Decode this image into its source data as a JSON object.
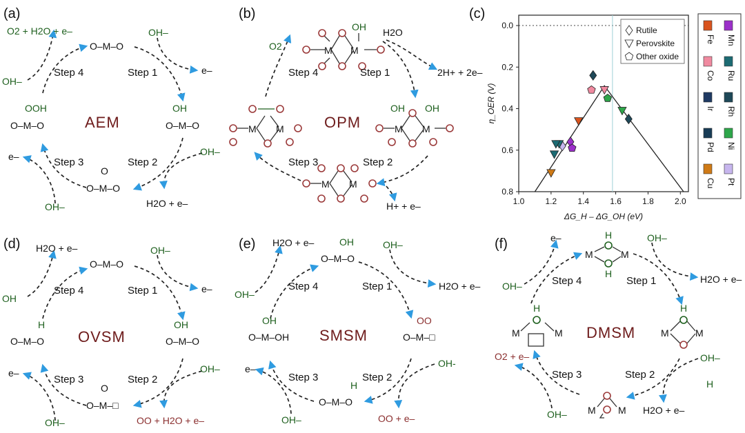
{
  "panels": [
    {
      "label": "(a)",
      "mechanism": "AEM",
      "steps": [
        "Step 1",
        "Step 2",
        "Step 3",
        "Step 4"
      ],
      "species": {
        "top": "O–M–O",
        "right": "O–M–O",
        "bottom": "O–M–O",
        "left": "O–M–O"
      },
      "adsorbates": {
        "right": "OH",
        "bottom": "O",
        "left": "OOH"
      },
      "reactants": {
        "step1_in": "OH–",
        "step1_out": "e–",
        "step2_in": "OH–",
        "step2_out": "H2O + e–",
        "step3_in": "OH–",
        "step3_out": "e–",
        "step4_in": "OH–",
        "step4_out": "O2 + H2O + e–"
      }
    },
    {
      "label": "(b)",
      "mechanism": "OPM",
      "steps": [
        "Step 1",
        "Step 2",
        "Step 3",
        "Step 4"
      ],
      "reactants": {
        "step1_in": "H2O",
        "step1_out": "2H+ + 2e–",
        "step2_out": "H+ + e–",
        "step4_out": "O2",
        "oh": "OH"
      }
    },
    {
      "label": "(d)",
      "mechanism": "OVSM",
      "steps": [
        "Step 1",
        "Step 2",
        "Step 3",
        "Step 4"
      ],
      "species": {
        "top": "O–M–O",
        "right": "O–M–O",
        "bottom": "O–M–□",
        "left": "O–M–O"
      },
      "adsorbates": {
        "right": "OH",
        "bottom": "O",
        "left": "H"
      },
      "reactants": {
        "step1_in": "OH–",
        "step1_out": "e–",
        "step2_in": "OH–",
        "step2_out": "OO + H2O + e–",
        "step3_in": "OH–",
        "step3_out": "e–",
        "step4_in": "OH",
        "step4_out": "H2O + e–"
      }
    },
    {
      "label": "(e)",
      "mechanism": "SMSM",
      "steps": [
        "Step 1",
        "Step 2",
        "Step 3",
        "Step 4"
      ],
      "species": {
        "top": "O–M–O",
        "right": "O–M–□",
        "bottom": "O–M–O",
        "left": "O–M–OH"
      },
      "adsorbates": {
        "top": "OH",
        "right": "OO",
        "bottom": "H",
        "left": "OH"
      },
      "reactants": {
        "step1_in": "OH–",
        "step1_out": "H2O + e–",
        "step2_in": "OH-",
        "step2_out": "OO + e–",
        "step3_in": "OH–",
        "step3_out": "e–",
        "step4_in": "OH–",
        "step4_out": "H2O + e–"
      }
    },
    {
      "label": "(f)",
      "mechanism": "DMSM",
      "steps": [
        "Step 1",
        "Step 2",
        "Step 3",
        "Step 4"
      ],
      "reactants": {
        "step1_in": "OH–",
        "step1_out": "H2O + e–",
        "step2_in": "OH–",
        "step2_out": "H2O + e–",
        "step3_out": "O2 + e–",
        "step3_in": "OH–",
        "step4_in": "OH–",
        "step4_out": "e–",
        "stray_h": "H"
      }
    }
  ],
  "chart": {
    "label": "(c)"
  },
  "chart_data": {
    "type": "scatter",
    "title": "",
    "xlabel": "ΔG_H – ΔG_OH (eV)",
    "ylabel": "η_OER (V)",
    "xlim": [
      1.0,
      2.05
    ],
    "ylim": [
      0.8,
      -0.05
    ],
    "xticks": [
      "1.0",
      "1.2",
      "1.4",
      "1.6",
      "1.8",
      "2.0"
    ],
    "yticks": [
      "0.0",
      "0.2",
      "0.4",
      "0.6",
      "0.8"
    ],
    "legend_shapes": [
      "Rutile",
      "Perovskite",
      "Other oxide"
    ],
    "legend_elements": [
      {
        "name": "Fe",
        "color": "#d9541e"
      },
      {
        "name": "Mn",
        "color": "#9b30c9"
      },
      {
        "name": "Co",
        "color": "#f08aa0"
      },
      {
        "name": "Ru",
        "color": "#1c6b73"
      },
      {
        "name": "Ir",
        "color": "#1f3a63"
      },
      {
        "name": "Rh",
        "color": "#1e4858"
      },
      {
        "name": "Pd",
        "color": "#183c56"
      },
      {
        "name": "Ni",
        "color": "#2ea64a"
      },
      {
        "name": "Cu",
        "color": "#cf7a16"
      },
      {
        "name": "Pt",
        "color": "#c7b6ee"
      }
    ],
    "volcano": {
      "apex": [
        1.53,
        0.29
      ],
      "left": [
        1.1,
        0.8
      ],
      "right": [
        2.02,
        0.8
      ]
    },
    "points": [
      {
        "x": 1.46,
        "y": 0.24,
        "shape": "diamond",
        "element": "Rh"
      },
      {
        "x": 1.45,
        "y": 0.31,
        "shape": "pentagon",
        "element": "Co"
      },
      {
        "x": 1.53,
        "y": 0.31,
        "shape": "triangle",
        "element": "Co"
      },
      {
        "x": 1.55,
        "y": 0.35,
        "shape": "pentagon",
        "element": "Ni"
      },
      {
        "x": 1.64,
        "y": 0.41,
        "shape": "triangle",
        "element": "Ni"
      },
      {
        "x": 1.68,
        "y": 0.45,
        "shape": "diamond",
        "element": "Rh"
      },
      {
        "x": 1.37,
        "y": 0.46,
        "shape": "triangle",
        "element": "Fe"
      },
      {
        "x": 1.32,
        "y": 0.56,
        "shape": "diamond",
        "element": "Mn"
      },
      {
        "x": 1.33,
        "y": 0.59,
        "shape": "pentagon",
        "element": "Mn"
      },
      {
        "x": 1.27,
        "y": 0.58,
        "shape": "diamond",
        "element": "Pt"
      },
      {
        "x": 1.25,
        "y": 0.57,
        "shape": "triangle",
        "element": "Ru"
      },
      {
        "x": 1.23,
        "y": 0.57,
        "shape": "triangle",
        "element": "Ru"
      },
      {
        "x": 1.22,
        "y": 0.62,
        "shape": "triangle",
        "element": "Ru"
      },
      {
        "x": 1.2,
        "y": 0.71,
        "shape": "triangle",
        "element": "Cu"
      }
    ]
  }
}
